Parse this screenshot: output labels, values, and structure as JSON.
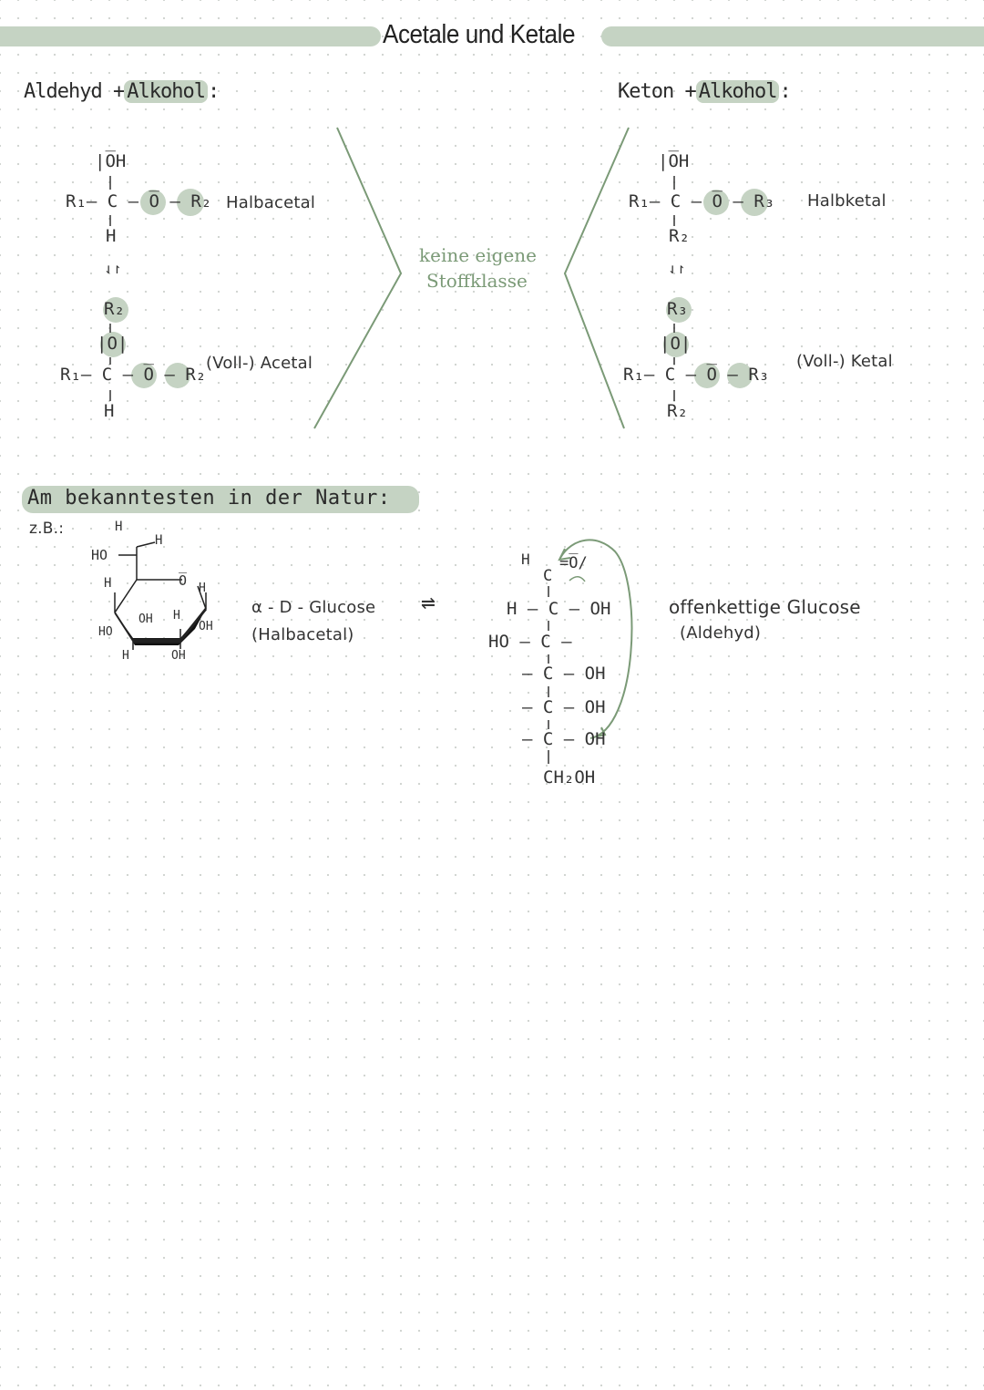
{
  "title": "Acetale und Ketale",
  "left": {
    "heading_a": "Aldehyd",
    "heading_plus": "+",
    "heading_b": "Alkohol",
    "heading_colon": ":",
    "half": {
      "top": "|O̅H",
      "middle_r1": "R₁– C –",
      "middle_o": "O̅",
      "middle_r2": "R₂",
      "bottom": "H",
      "label": "Halbacetal"
    },
    "equilibrium": "⇃↾",
    "full": {
      "top_r": "R₂",
      "top_o": "|O|",
      "middle_r1": "R₁– C –",
      "middle_o": "O̅",
      "middle_r2": "R₂",
      "bottom": "H",
      "label": "(Voll-) Acetal"
    }
  },
  "center": {
    "line1": "keine eigene",
    "line2": "Stoffklasse"
  },
  "right": {
    "heading_a": "Keton",
    "heading_plus": "+",
    "heading_b": "Alkohol",
    "heading_colon": ":",
    "half": {
      "top": "|O̅H",
      "middle_r1": "R₁– C –",
      "middle_o": "O̅",
      "middle_r3": "R₃",
      "bottom": "R₂",
      "label": "Halbketal"
    },
    "equilibrium": "⇃↾",
    "full": {
      "top_r": "R₃",
      "top_o": "|O|",
      "middle_r1": "R₁– C –",
      "middle_o": "O̅",
      "middle_r3": "R₃",
      "bottom": "R₂",
      "label": "(Voll-) Ketal"
    }
  },
  "nature": {
    "heading": "Am bekanntesten in der Natur",
    "heading_colon": ":",
    "zb": "z.B.:",
    "ring": {
      "h_top": "H",
      "h_top2": "H",
      "ho_top": "HO",
      "h_left": "H",
      "o_ring": "O̅",
      "h_right": "H",
      "oh_mid": "OH",
      "h_mid": "H",
      "oh_right": "OH",
      "ho_left": "HO",
      "h_bottom": "H",
      "oh_bottom": "OH"
    },
    "ring_label1": "α - D - Glucose",
    "ring_label2": "(Halbacetal)",
    "equilibrium": "⇌",
    "chain": {
      "h1": "H",
      "c1": "C",
      "o1": "=O̅/",
      "row2": "H – C – OH",
      "row3": "HO – C –",
      "row4": "– C – OH",
      "row5": "– C – OH",
      "row6": "– C – OH",
      "row7": "CH₂OH"
    },
    "chain_label1": "offenkettige Glucose",
    "chain_label2": "(Aldehyd)"
  },
  "colors": {
    "highlight": "#c5d3c3",
    "accent_green": "#7b9a77",
    "ink": "#2b2b2b"
  }
}
